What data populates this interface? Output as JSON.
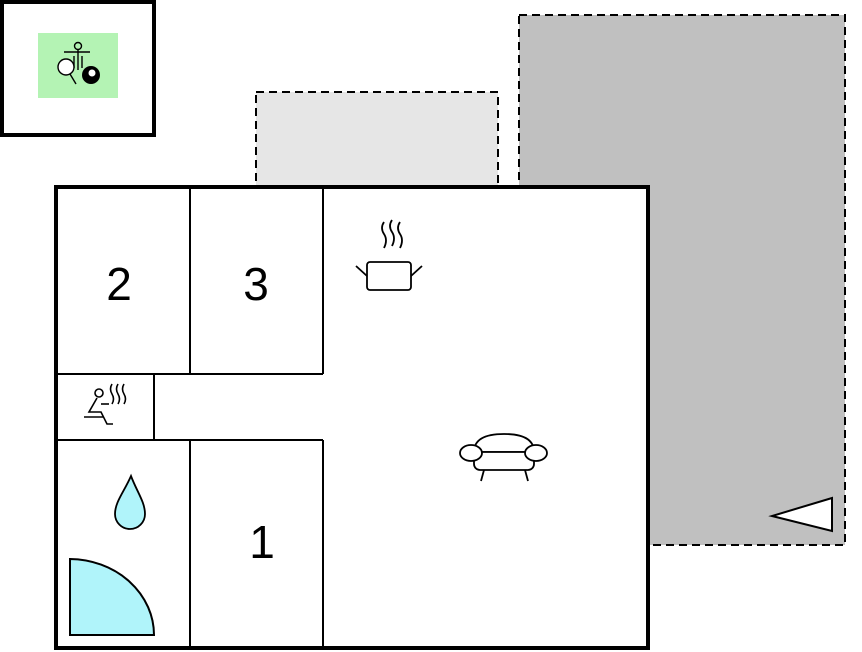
{
  "floorplan": {
    "rooms": [
      {
        "id": "bedroom-2",
        "label": "2"
      },
      {
        "id": "bedroom-3",
        "label": "3"
      },
      {
        "id": "bedroom-1",
        "label": "1"
      }
    ],
    "icons": {
      "amenity": [
        "table-tennis-icon",
        "table-football-icon",
        "billiard-icon"
      ],
      "kitchen": "cooking-pot-icon",
      "sauna": "sauna-icon",
      "living": "armchair-icon",
      "bathroom": [
        "water-drop-icon",
        "shower-quarter-circle-icon"
      ],
      "terrace": "orientation-triangle-icon"
    },
    "colors": {
      "wall": "#000000",
      "terrace_dark": "#c0c0c0",
      "terrace_light": "#e6e6e6",
      "amenity_bg": "#b4f3b4",
      "water": "#b0f4fa"
    }
  }
}
